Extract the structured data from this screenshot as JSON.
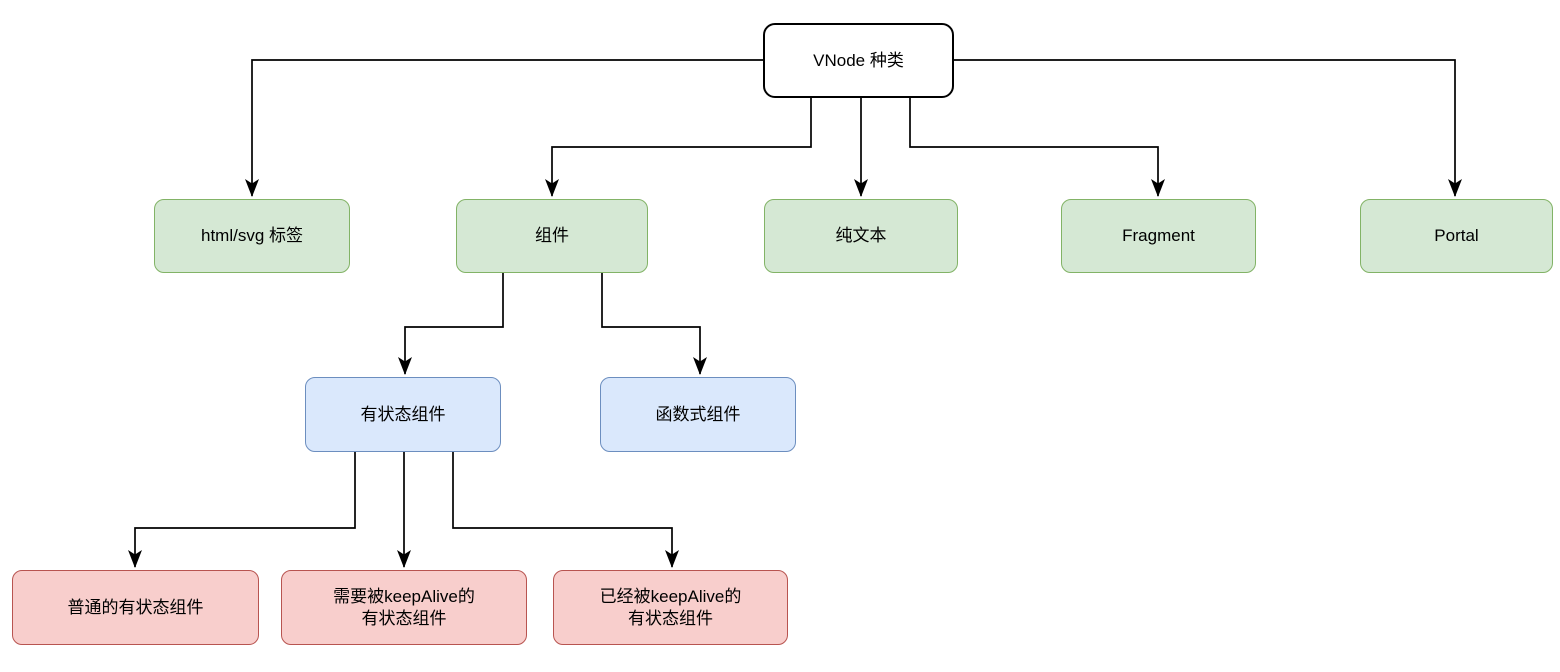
{
  "connector_color": "#000000",
  "palette": {
    "root": {
      "fill": "#ffffff",
      "stroke": "#000000"
    },
    "green": {
      "fill": "#d5e8d4",
      "stroke": "#82b366"
    },
    "blue": {
      "fill": "#dae8fc",
      "stroke": "#6c8ebf"
    },
    "red": {
      "fill": "#f8cecc",
      "stroke": "#b85450"
    }
  },
  "nodes": {
    "root": {
      "label": "VNode 种类"
    },
    "html_svg_tag": {
      "label": "html/svg 标签"
    },
    "component": {
      "label": "组件"
    },
    "plain_text": {
      "label": "纯文本"
    },
    "fragment": {
      "label": "Fragment"
    },
    "portal": {
      "label": "Portal"
    },
    "stateful_component": {
      "label": "有状态组件"
    },
    "functional_component": {
      "label": "函数式组件"
    },
    "normal_stateful": {
      "label": "普通的有状态组件"
    },
    "need_keepalive": {
      "label": "需要被keepAlive的\n有状态组件"
    },
    "already_keepalive": {
      "label": "已经被keepAlive的\n有状态组件"
    }
  }
}
